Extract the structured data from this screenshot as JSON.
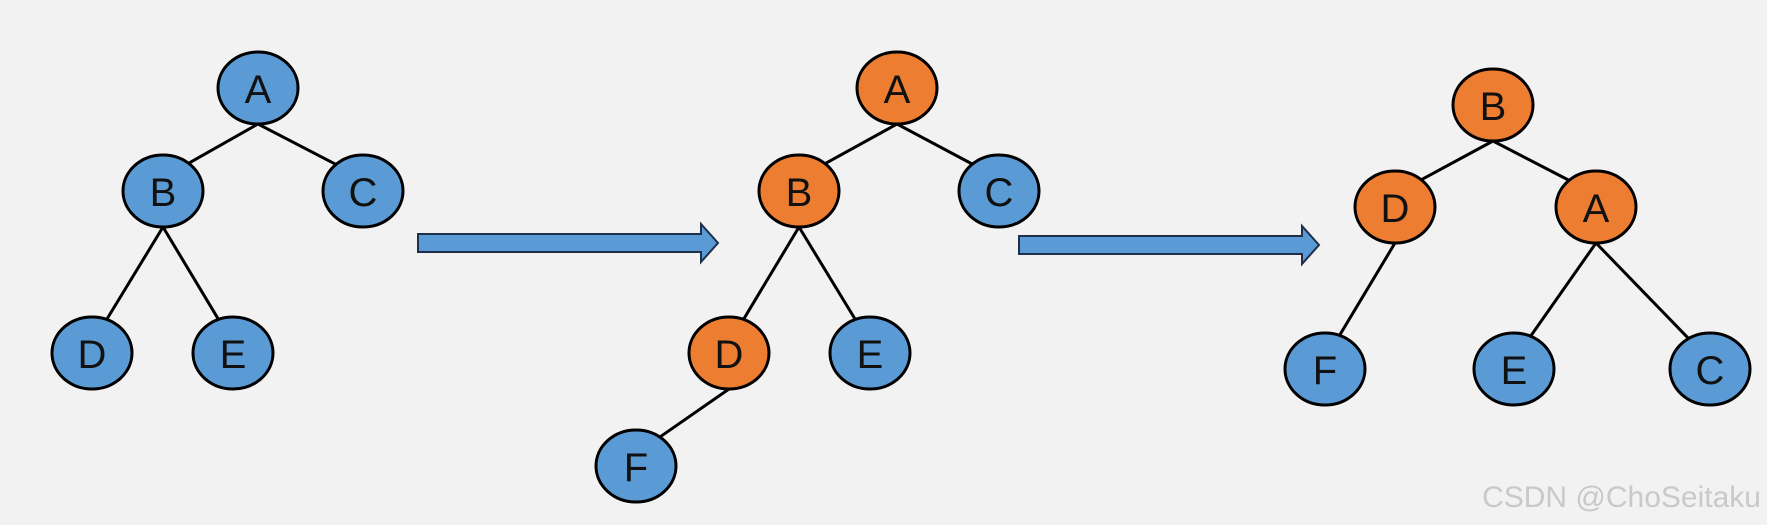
{
  "colors": {
    "default_node": "#5b9bd5",
    "highlight_node": "#ed7d31",
    "arrow_fill": "#5b9bd5",
    "background": "#f2f2f2"
  },
  "trees": [
    {
      "nodes": [
        {
          "id": "A",
          "label": "A",
          "state": "default"
        },
        {
          "id": "B",
          "label": "B",
          "state": "default"
        },
        {
          "id": "C",
          "label": "C",
          "state": "default"
        },
        {
          "id": "D",
          "label": "D",
          "state": "default"
        },
        {
          "id": "E",
          "label": "E",
          "state": "default"
        }
      ],
      "edges": [
        [
          "A",
          "B"
        ],
        [
          "A",
          "C"
        ],
        [
          "B",
          "D"
        ],
        [
          "B",
          "E"
        ]
      ]
    },
    {
      "nodes": [
        {
          "id": "A",
          "label": "A",
          "state": "highlight"
        },
        {
          "id": "B",
          "label": "B",
          "state": "highlight"
        },
        {
          "id": "C",
          "label": "C",
          "state": "default"
        },
        {
          "id": "D",
          "label": "D",
          "state": "highlight"
        },
        {
          "id": "E",
          "label": "E",
          "state": "default"
        },
        {
          "id": "F",
          "label": "F",
          "state": "default"
        }
      ],
      "edges": [
        [
          "A",
          "B"
        ],
        [
          "A",
          "C"
        ],
        [
          "B",
          "D"
        ],
        [
          "B",
          "E"
        ],
        [
          "D",
          "F"
        ]
      ]
    },
    {
      "nodes": [
        {
          "id": "B",
          "label": "B",
          "state": "highlight"
        },
        {
          "id": "D",
          "label": "D",
          "state": "highlight"
        },
        {
          "id": "A",
          "label": "A",
          "state": "highlight"
        },
        {
          "id": "F",
          "label": "F",
          "state": "default"
        },
        {
          "id": "E",
          "label": "E",
          "state": "default"
        },
        {
          "id": "C",
          "label": "C",
          "state": "default"
        }
      ],
      "edges": [
        [
          "B",
          "D"
        ],
        [
          "B",
          "A"
        ],
        [
          "D",
          "F"
        ],
        [
          "A",
          "E"
        ],
        [
          "A",
          "C"
        ]
      ]
    }
  ],
  "arrows": [
    {
      "from_tree": 0,
      "to_tree": 1
    },
    {
      "from_tree": 1,
      "to_tree": 2
    }
  ],
  "watermark": "CSDN @ChoSeitaku"
}
